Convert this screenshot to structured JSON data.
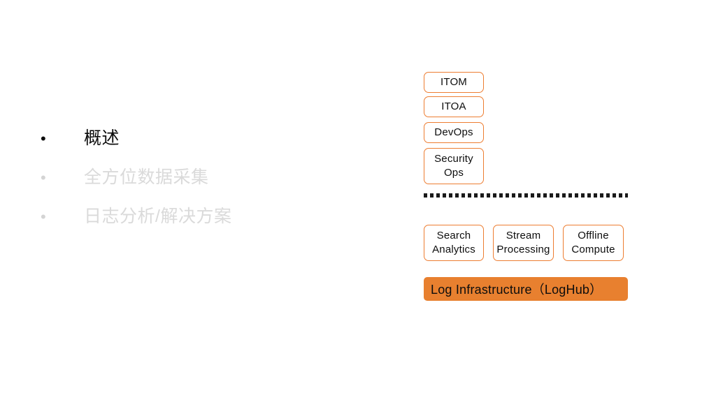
{
  "slide": {
    "background_color": "#ffffff",
    "accent_color": "#ed7d31",
    "fill_color": "#e8802f",
    "active_text_color": "#0d0d0d",
    "dim_text_color": "#dadada"
  },
  "agenda": {
    "items": [
      {
        "bullet": "•",
        "label": "概述",
        "state": "active"
      },
      {
        "bullet": "•",
        "label": "全方位数据采集",
        "state": "dim"
      },
      {
        "bullet": "•",
        "label": "日志分析/解决方案",
        "state": "dim"
      }
    ]
  },
  "diagram": {
    "top_layer": [
      {
        "label": "ITOM"
      },
      {
        "label": "ITOA"
      },
      {
        "label": "DevOps"
      },
      {
        "label": "Security Ops"
      }
    ],
    "divider": {
      "style": "dotted",
      "color": "#1a1a1a"
    },
    "middle_layer": [
      {
        "label": "Search Analytics"
      },
      {
        "label": "Stream Processing"
      },
      {
        "label": "Offline Compute"
      }
    ],
    "bottom_layer": {
      "label": "Log Infrastructure（LogHub）"
    }
  }
}
